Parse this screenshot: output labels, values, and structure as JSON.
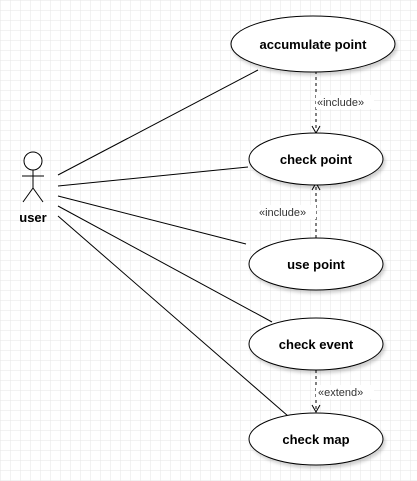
{
  "diagram": {
    "actor": {
      "label": "user"
    },
    "use_cases": [
      {
        "id": "accumulate",
        "label": "accumulate point"
      },
      {
        "id": "check",
        "label": "check point"
      },
      {
        "id": "use",
        "label": "use point"
      },
      {
        "id": "event",
        "label": "check event"
      },
      {
        "id": "map",
        "label": "check map"
      }
    ],
    "relations": [
      {
        "from": "accumulate",
        "to": "check",
        "stereotype": "«include»"
      },
      {
        "from": "use",
        "to": "check",
        "stereotype": "«include»"
      },
      {
        "from": "event",
        "to": "map",
        "stereotype": "«extend»"
      }
    ],
    "associations": [
      "accumulate",
      "check",
      "use",
      "event",
      "map"
    ]
  }
}
